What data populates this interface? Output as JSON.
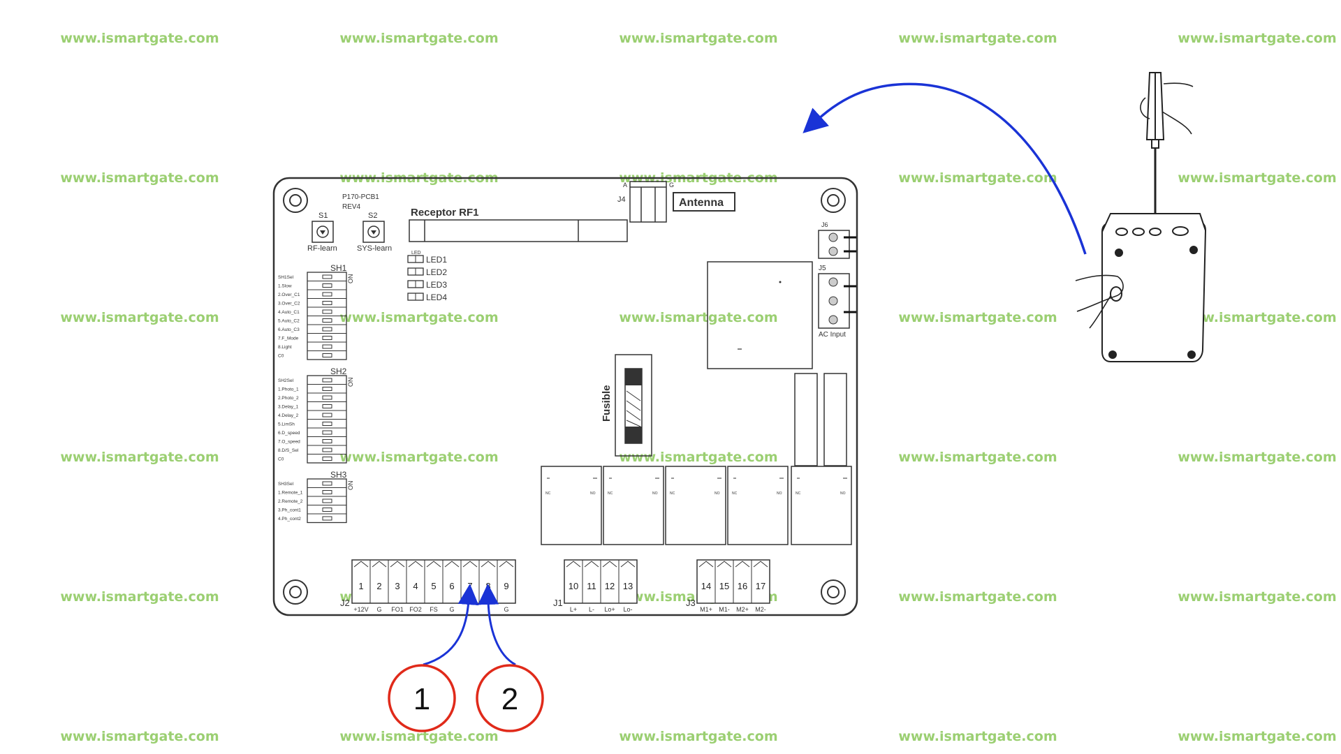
{
  "watermark": "www.ismartgate.com",
  "colors": {
    "accent_arrow": "#1a33d6",
    "marker_ring": "#e02a1a",
    "watermark": "#9bcf72",
    "line": "#333333"
  },
  "board": {
    "model": "P170-PCB1",
    "rev": "REV4",
    "receptor": "Receptor RF1",
    "antenna": "Antenna",
    "antenna_connector": "J4",
    "antenna_pins": [
      "A",
      "G"
    ],
    "fuse": "Fusible",
    "ac_input": "AC Input",
    "ac_connector": "J5",
    "j6_label": "J6",
    "buttons": [
      {
        "id": "S1",
        "label": "RF-learn"
      },
      {
        "id": "S2",
        "label": "SYS-learn"
      }
    ],
    "leds_header": "LED",
    "leds": [
      "LED1",
      "LED2",
      "LED3",
      "LED4"
    ],
    "dip_on": "ON",
    "dip_groups": [
      {
        "label": "SH1",
        "rows": [
          "SH1Sel",
          "1.Slow",
          "2.Over_C1",
          "3.Over_C2",
          "4.Auto_C1",
          "5.Auto_C2",
          "6.Auto_C3",
          "7.F_Mode",
          "8.Light",
          "C0"
        ]
      },
      {
        "label": "SH2",
        "rows": [
          "SH2Sel",
          "1.Photo_1",
          "2.Photo_2",
          "3.Delay_1",
          "4.Delay_2",
          "5.LimSh",
          "6.D_speed",
          "7.O_speed",
          "8.D/S_Sel",
          "C0"
        ]
      },
      {
        "label": "SH3",
        "rows": [
          "SH3Sel",
          "1.Remote_1",
          "2.Remote_2",
          "3.Ph_cont1",
          "4.Ph_cont2"
        ]
      }
    ],
    "terminals": {
      "j2": {
        "label": "J2",
        "pins": [
          "1",
          "2",
          "3",
          "4",
          "5",
          "6",
          "7",
          "8",
          "9"
        ],
        "signals": [
          "+12V",
          "G",
          "FO1",
          "FO2",
          "FS",
          "G",
          "",
          "",
          "G"
        ]
      },
      "j1": {
        "label": "J1",
        "pins": [
          "10",
          "11",
          "12",
          "13"
        ],
        "signals": [
          "L+",
          "L-",
          "Lo+",
          "Lo-"
        ]
      },
      "j3": {
        "label": "J3",
        "pins": [
          "14",
          "15",
          "16",
          "17"
        ],
        "signals": [
          "M1+",
          "M1-",
          "M2+",
          "M2-"
        ]
      }
    },
    "relay_contacts": [
      "NC",
      "NO"
    ]
  },
  "markers": [
    "1",
    "2"
  ]
}
